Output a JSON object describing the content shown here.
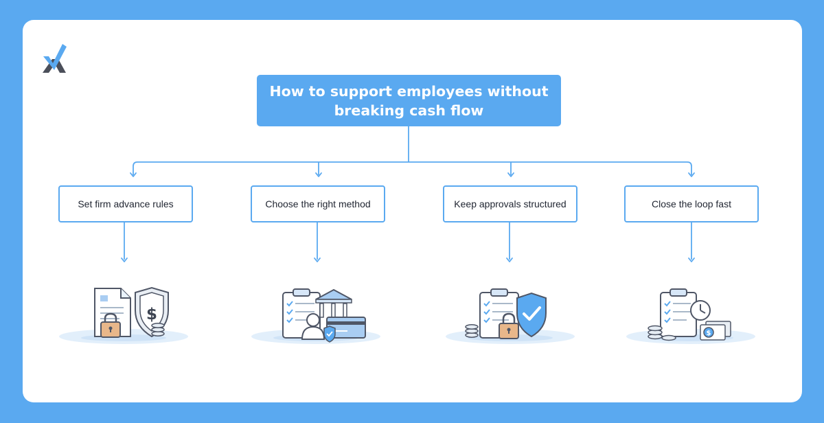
{
  "diagram": {
    "root": {
      "title_line1": "How to support employees without",
      "title_line2": "breaking cash flow"
    },
    "steps": [
      {
        "label": "Set firm advance rules",
        "illustration": "document-shield-dollar-lock-icon"
      },
      {
        "label": "Choose the right method",
        "illustration": "clipboard-bank-card-person-icon"
      },
      {
        "label": "Keep approvals structured",
        "illustration": "clipboard-lock-shield-check-icon"
      },
      {
        "label": "Close the loop fast",
        "illustration": "clipboard-clock-coins-cash-icon"
      }
    ]
  },
  "colors": {
    "background": "#5aa9f0",
    "card": "#ffffff",
    "accent": "#5aa9f0",
    "logo_dark": "#4b4f5a",
    "text": "#1f2430"
  }
}
